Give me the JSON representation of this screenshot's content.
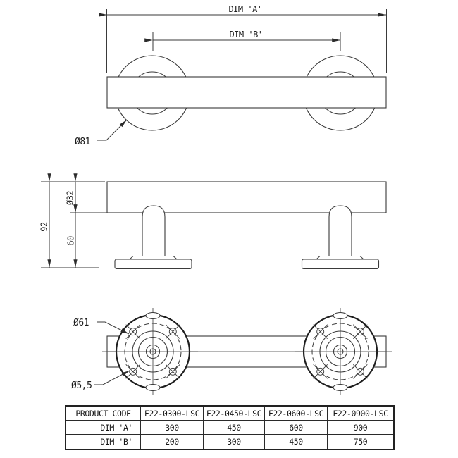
{
  "front_view": {
    "dim_a_label": "DIM 'A'",
    "dim_b_label": "DIM 'B'",
    "flange_diameter_label": "Ø81"
  },
  "side_view": {
    "overall_height_label": "92",
    "stem_height_label": "60",
    "bar_diameter_label": "Ø32"
  },
  "plan_view": {
    "cover_diameter_label": "Ø61",
    "hole_diameter_label": "Ø5,5"
  },
  "table": {
    "rows": [
      {
        "cells": [
          "PRODUCT CODE",
          "F22-0300-LSC",
          "F22-0450-LSC",
          "F22-0600-LSC",
          "F22-0900-LSC"
        ]
      },
      {
        "cells": [
          "DIM 'A'",
          "300",
          "450",
          "600",
          "900"
        ]
      },
      {
        "cells": [
          "DIM 'B'",
          "200",
          "300",
          "450",
          "750"
        ]
      }
    ]
  },
  "colors": {
    "line": "#3a3a3a",
    "bold_line": "#1e1e1e",
    "text": "#161616",
    "background": "#ffffff"
  }
}
